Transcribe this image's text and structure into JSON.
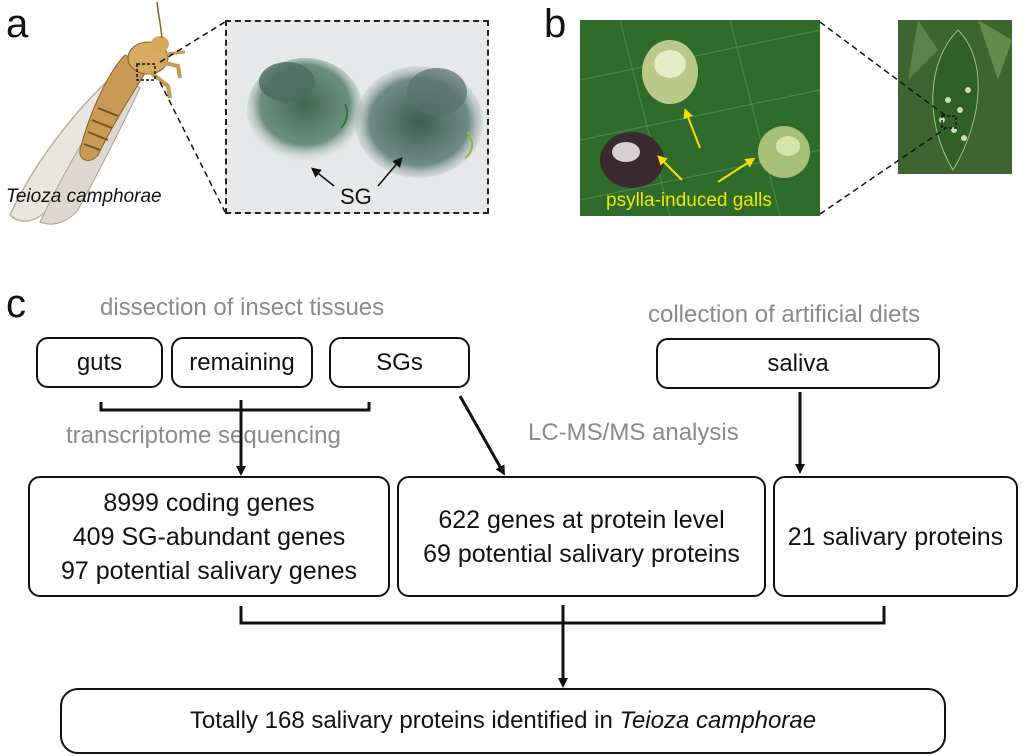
{
  "panel_a": {
    "letter": "a",
    "species": "Teioza camphorae",
    "sg_label": "SG"
  },
  "panel_b": {
    "letter": "b",
    "gall_label": "psylla-induced galls"
  },
  "panel_c": {
    "letter": "c",
    "dissection_heading": "dissection of insect tissues",
    "collection_heading": "collection of artificial diets",
    "tissues": [
      "guts",
      "remaining",
      "SGs"
    ],
    "saliva": "saliva",
    "transcriptome": "transcriptome sequencing",
    "lcms": "LC-MS/MS analysis",
    "result_transcriptome": [
      "8999 coding genes",
      "409 SG-abundant genes",
      "97 potential salivary genes"
    ],
    "result_proteome": [
      "622 genes at protein level",
      "69 potential salivary proteins"
    ],
    "result_saliva": "21 salivary proteins",
    "final_prefix": "Totally 168 salivary proteins identified in ",
    "final_species": "Teioza camphorae"
  },
  "colors": {
    "leaf_green": "#2f6b2a",
    "gall_label_yellow": "#f2e600",
    "arrow_yellow": "#f5e000",
    "insect_body": "#c99a55",
    "gray_text": "#8a8a8a"
  }
}
